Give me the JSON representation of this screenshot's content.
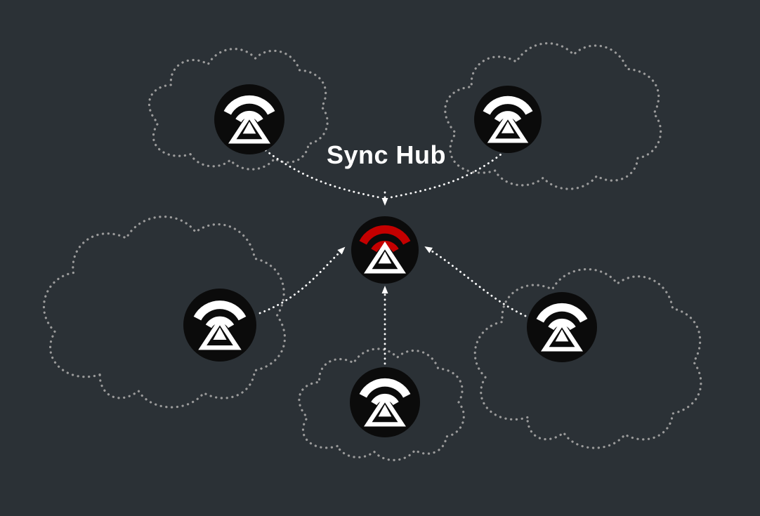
{
  "diagram": {
    "title": "Sync Hub",
    "hub": {
      "name": "sync-hub",
      "icon": "hub-wifi-signal-icon",
      "signal_color": "#c40000"
    },
    "devices": [
      {
        "id": "device-top-left",
        "icon": "wifi-device-icon"
      },
      {
        "id": "device-top-right",
        "icon": "wifi-device-icon"
      },
      {
        "id": "device-mid-left",
        "icon": "wifi-device-icon"
      },
      {
        "id": "device-mid-right",
        "icon": "wifi-device-icon"
      },
      {
        "id": "device-bottom-center",
        "icon": "wifi-device-icon"
      }
    ],
    "device_count": 5,
    "cloud_count": 5,
    "colors": {
      "background": "#2b3136",
      "node_fill": "#0b0b0b",
      "icon": "#ffffff",
      "hub_signal": "#c40000",
      "cloud_outline": "#9b9b9b",
      "arrow": "#ffffff",
      "title_text": "#ffffff"
    }
  }
}
